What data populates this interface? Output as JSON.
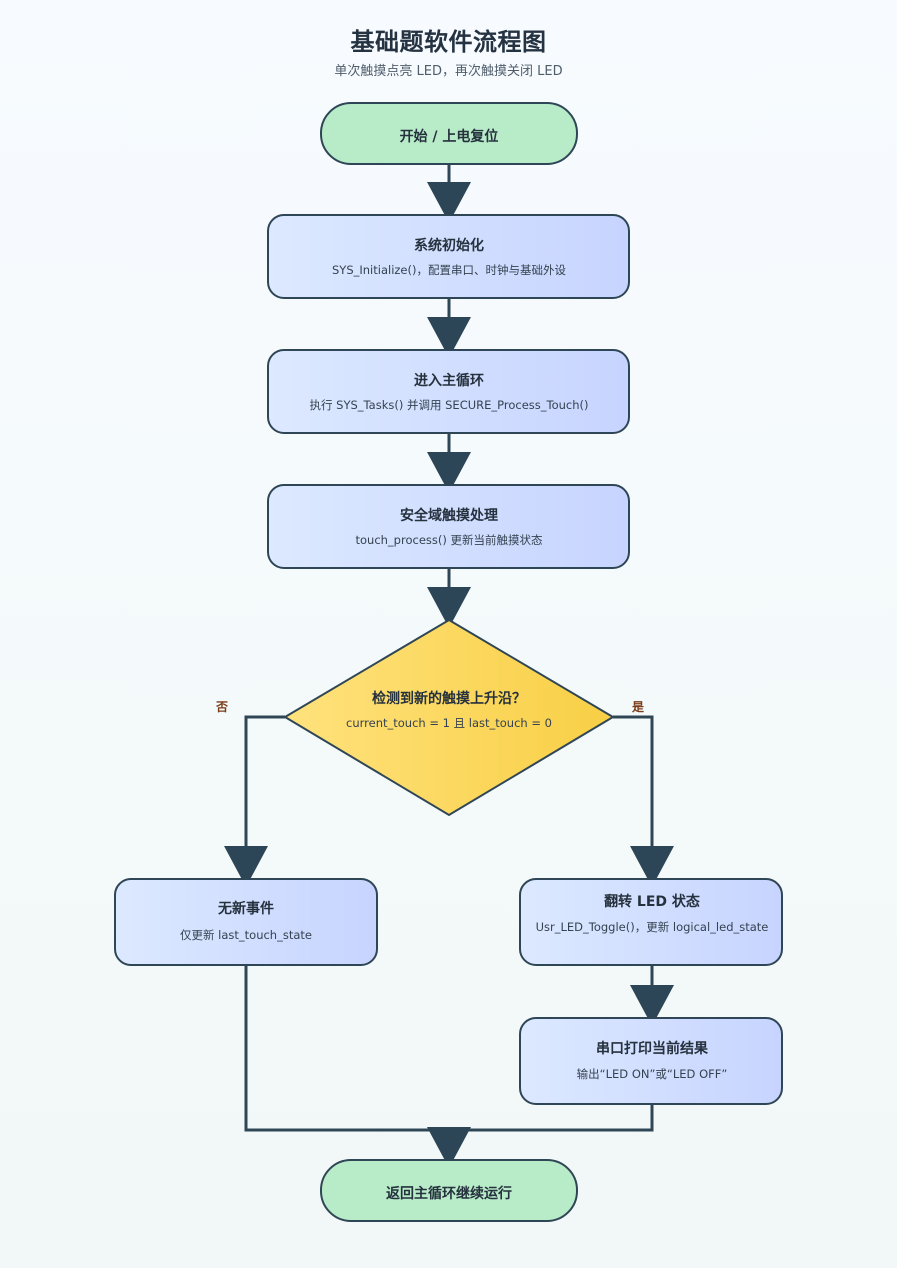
{
  "header": {
    "title": "基础题软件流程图",
    "subtitle": "单次触摸点亮 LED，再次触摸关闭 LED"
  },
  "nodes": {
    "start": {
      "title": "开始 / 上电复位"
    },
    "init": {
      "title": "系统初始化",
      "desc": "SYS_Initialize()，配置串口、时钟与基础外设"
    },
    "loop": {
      "title": "进入主循环",
      "desc": "执行 SYS_Tasks() 并调用 SECURE_Process_Touch()"
    },
    "secure": {
      "title": "安全域触摸处理",
      "desc": "touch_process() 更新当前触摸状态"
    },
    "decision": {
      "title": "检测到新的触摸上升沿？",
      "desc": "current_touch = 1 且 last_touch = 0"
    },
    "no_event": {
      "title": "无新事件",
      "desc": "仅更新 last_touch_state"
    },
    "toggle": {
      "title": "翻转 LED 状态",
      "desc": "Usr_LED_Toggle()，更新 logical_led_state"
    },
    "print": {
      "title": "串口打印当前结果",
      "desc": "输出“LED ON”或“LED OFF”"
    },
    "end": {
      "title": "返回主循环继续运行"
    }
  },
  "branches": {
    "no": "否",
    "yes": "是"
  },
  "colors": {
    "stroke": "#2f4656",
    "arrow": "#2d4657",
    "terminal_fill": "#b8ebc8",
    "process_fill_start": "#dce9ff",
    "process_fill_end": "#c7d4ff",
    "decision_fill_start": "#ffe27d",
    "decision_fill_end": "#f8cf45",
    "branch_label": "#7a3d18"
  }
}
